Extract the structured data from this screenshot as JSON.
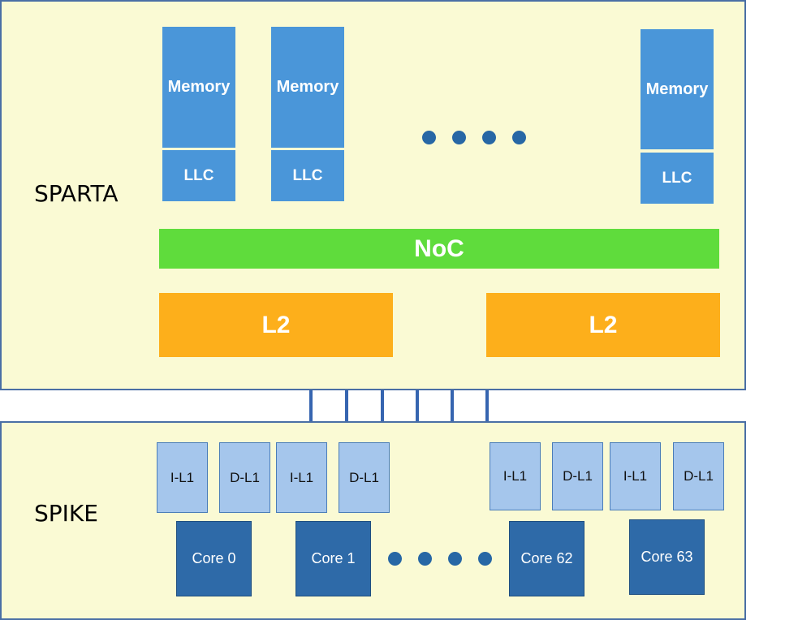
{
  "sparta": {
    "label": "SPARTA",
    "memory_blocks": [
      {
        "memory": "Memory",
        "llc": "LLC"
      },
      {
        "memory": "Memory",
        "llc": "LLC"
      },
      {
        "memory": "Memory",
        "llc": "LLC"
      }
    ],
    "noc": "NoC",
    "l2": [
      "L2",
      "L2"
    ]
  },
  "spike": {
    "label": "SPIKE",
    "l1_caches": [
      "I-L1",
      "D-L1",
      "I-L1",
      "D-L1",
      "I-L1",
      "D-L1",
      "I-L1",
      "D-L1"
    ],
    "cores": [
      "Core 0",
      "Core 1",
      "Core 62",
      "Core 63"
    ]
  },
  "colors": {
    "panel_fill": "#fafad4",
    "panel_border": "#4a6fa5",
    "memory": "#4a96d9",
    "noc": "#5fdc3c",
    "l2": "#fdaf1b",
    "l1": "#a5c6ec",
    "core": "#2e6aa8",
    "dots": "#2767a5"
  }
}
